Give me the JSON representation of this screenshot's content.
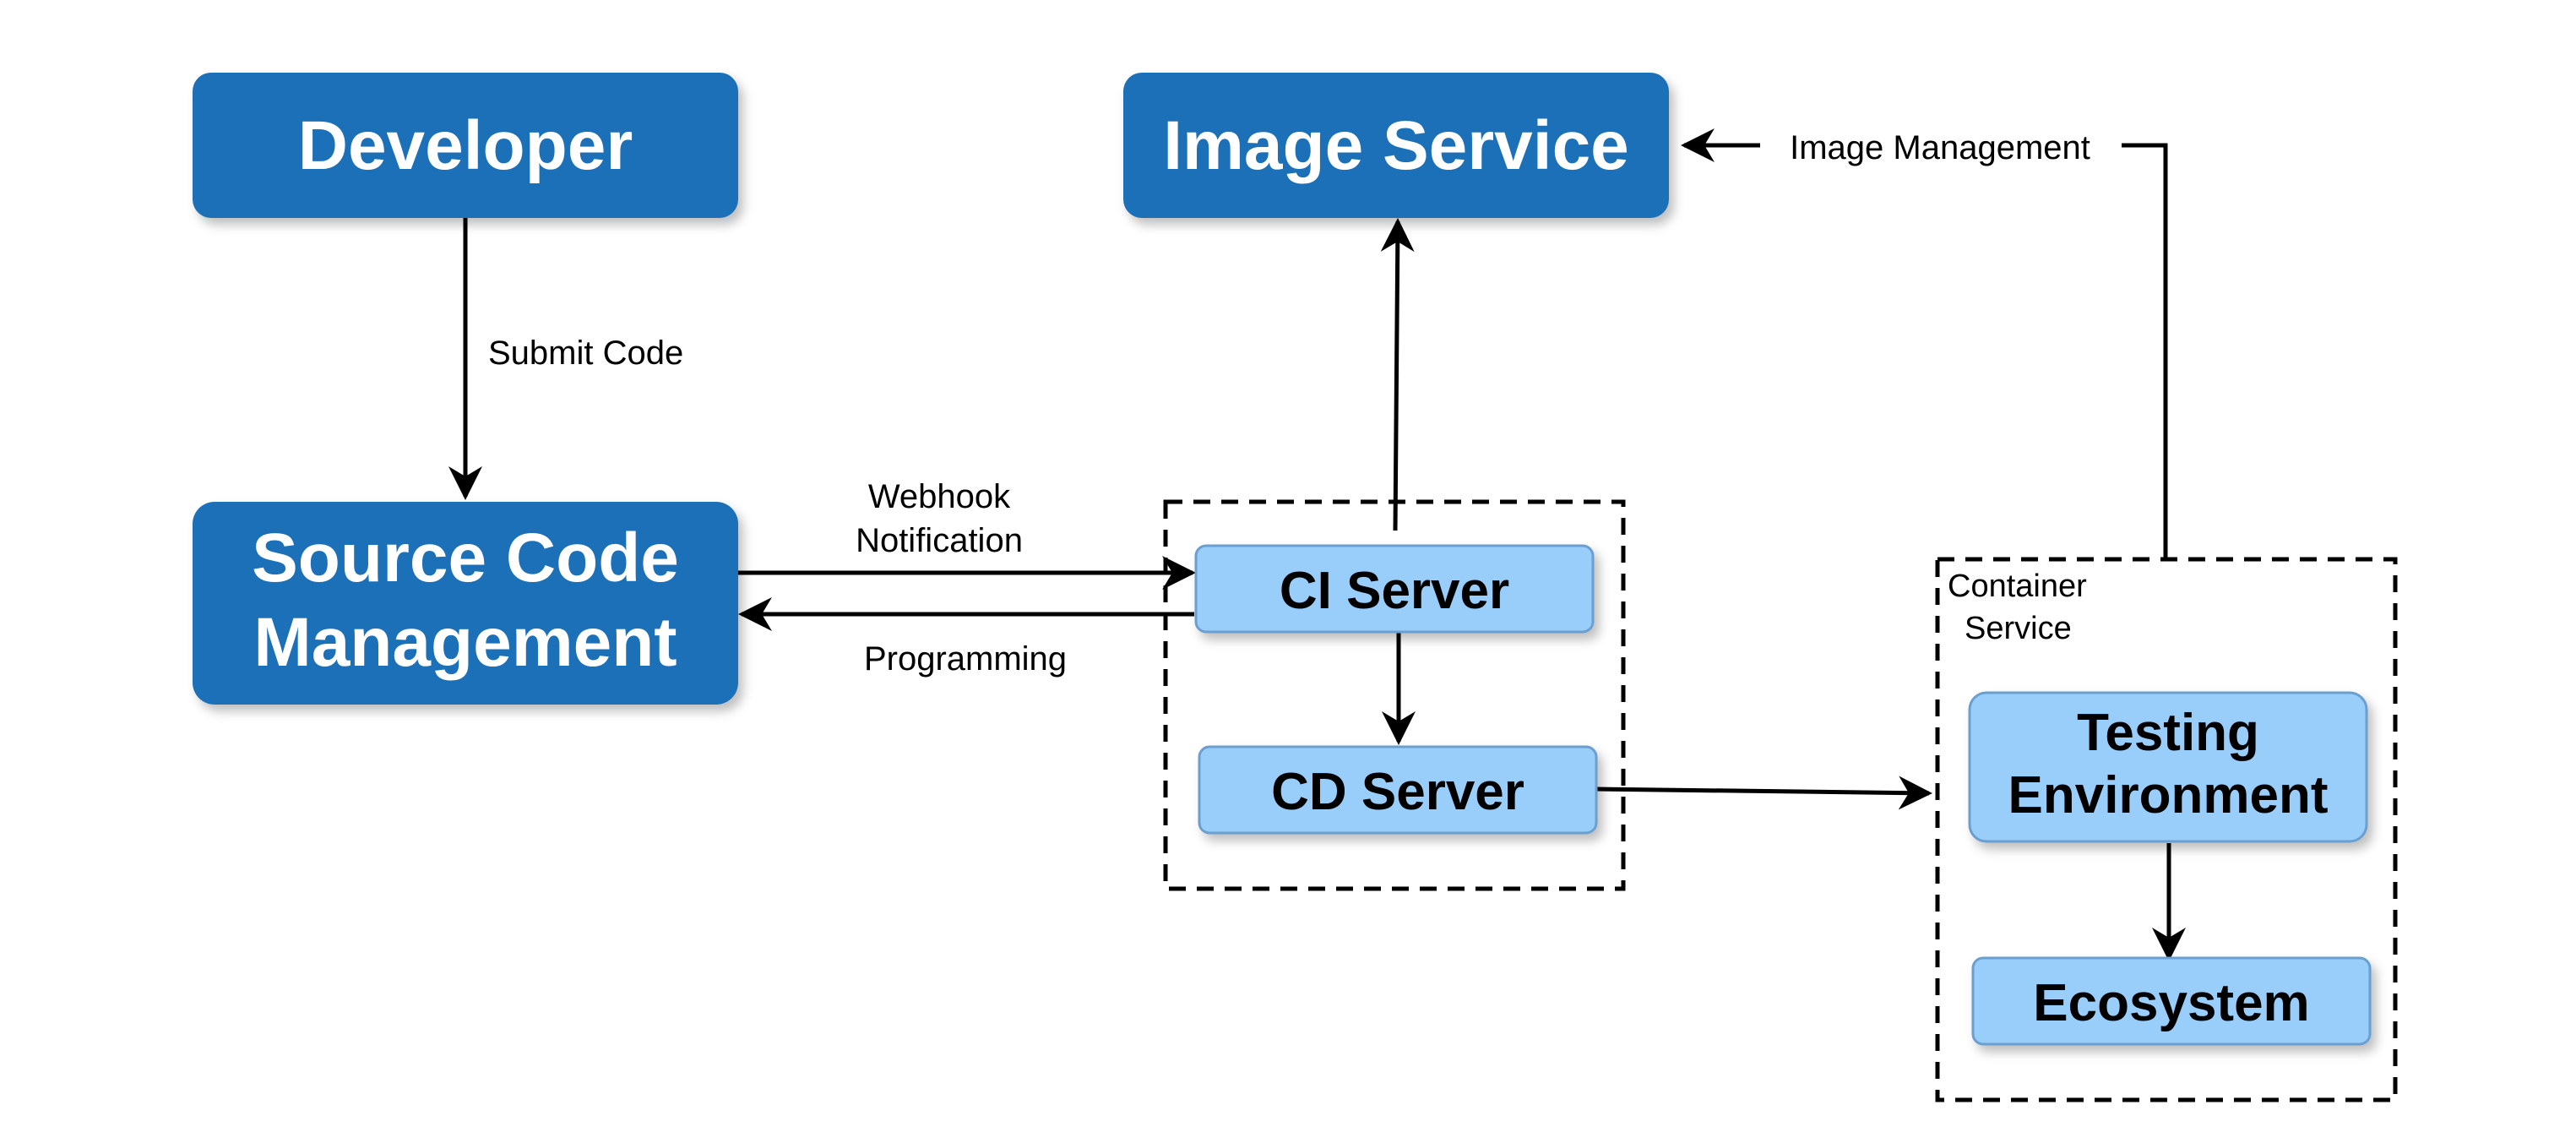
{
  "nodes": {
    "developer": "Developer",
    "image_service": "Image Service",
    "scm_line1": "Source Code",
    "scm_line2": "Management",
    "ci_server": "CI Server",
    "cd_server": "CD Server",
    "testing_line1": "Testing",
    "testing_line2": "Environment",
    "ecosystem": "Ecosystem"
  },
  "groups": {
    "container_service_line1": "Container",
    "container_service_line2": "Service"
  },
  "edges": {
    "submit_code": "Submit Code",
    "webhook_line1": "Webhook",
    "webhook_line2": "Notification",
    "programming": "Programming",
    "image_management": "Image Management"
  },
  "colors": {
    "primary_node": "#1f6fb8",
    "secondary_node": "#99cdfa",
    "secondary_border": "#6b9fcf",
    "line": "#000000"
  }
}
